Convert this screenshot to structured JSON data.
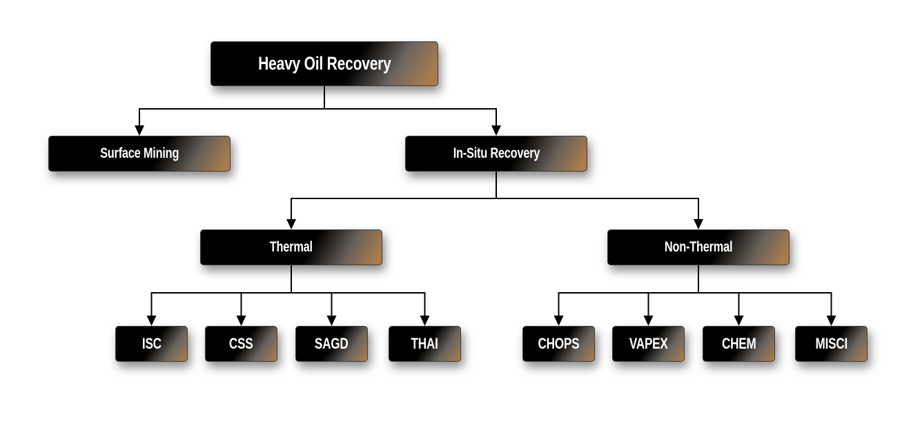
{
  "diagram": {
    "type": "hierarchy",
    "root": {
      "id": "heavy-oil",
      "label": "Heavy Oil Recovery",
      "children": [
        "surface-mining",
        "in-situ"
      ]
    },
    "nodes": {
      "heavy-oil": {
        "label": "Heavy Oil Recovery"
      },
      "surface-mining": {
        "label": "Surface Mining"
      },
      "in-situ": {
        "label": "In-Situ Recovery"
      },
      "thermal": {
        "label": "Thermal"
      },
      "non-thermal": {
        "label": "Non-Thermal"
      },
      "isc": {
        "label": "ISC"
      },
      "css": {
        "label": "CSS"
      },
      "sagd": {
        "label": "SAGD"
      },
      "thai": {
        "label": "THAI"
      },
      "chops": {
        "label": "CHOPS"
      },
      "vapex": {
        "label": "VAPEX"
      },
      "chem": {
        "label": "CHEM"
      },
      "misci": {
        "label": "MISCI"
      }
    },
    "edges": [
      [
        "heavy-oil",
        "surface-mining"
      ],
      [
        "heavy-oil",
        "in-situ"
      ],
      [
        "in-situ",
        "thermal"
      ],
      [
        "in-situ",
        "non-thermal"
      ],
      [
        "thermal",
        "isc"
      ],
      [
        "thermal",
        "css"
      ],
      [
        "thermal",
        "sagd"
      ],
      [
        "thermal",
        "thai"
      ],
      [
        "non-thermal",
        "chops"
      ],
      [
        "non-thermal",
        "vapex"
      ],
      [
        "non-thermal",
        "chem"
      ],
      [
        "non-thermal",
        "misci"
      ]
    ]
  },
  "colors": {
    "box_dark": "#000000",
    "box_accent": "#a87b4f",
    "box_mid": "#6b6560",
    "connector": "#000000",
    "text": "#ffffff"
  }
}
